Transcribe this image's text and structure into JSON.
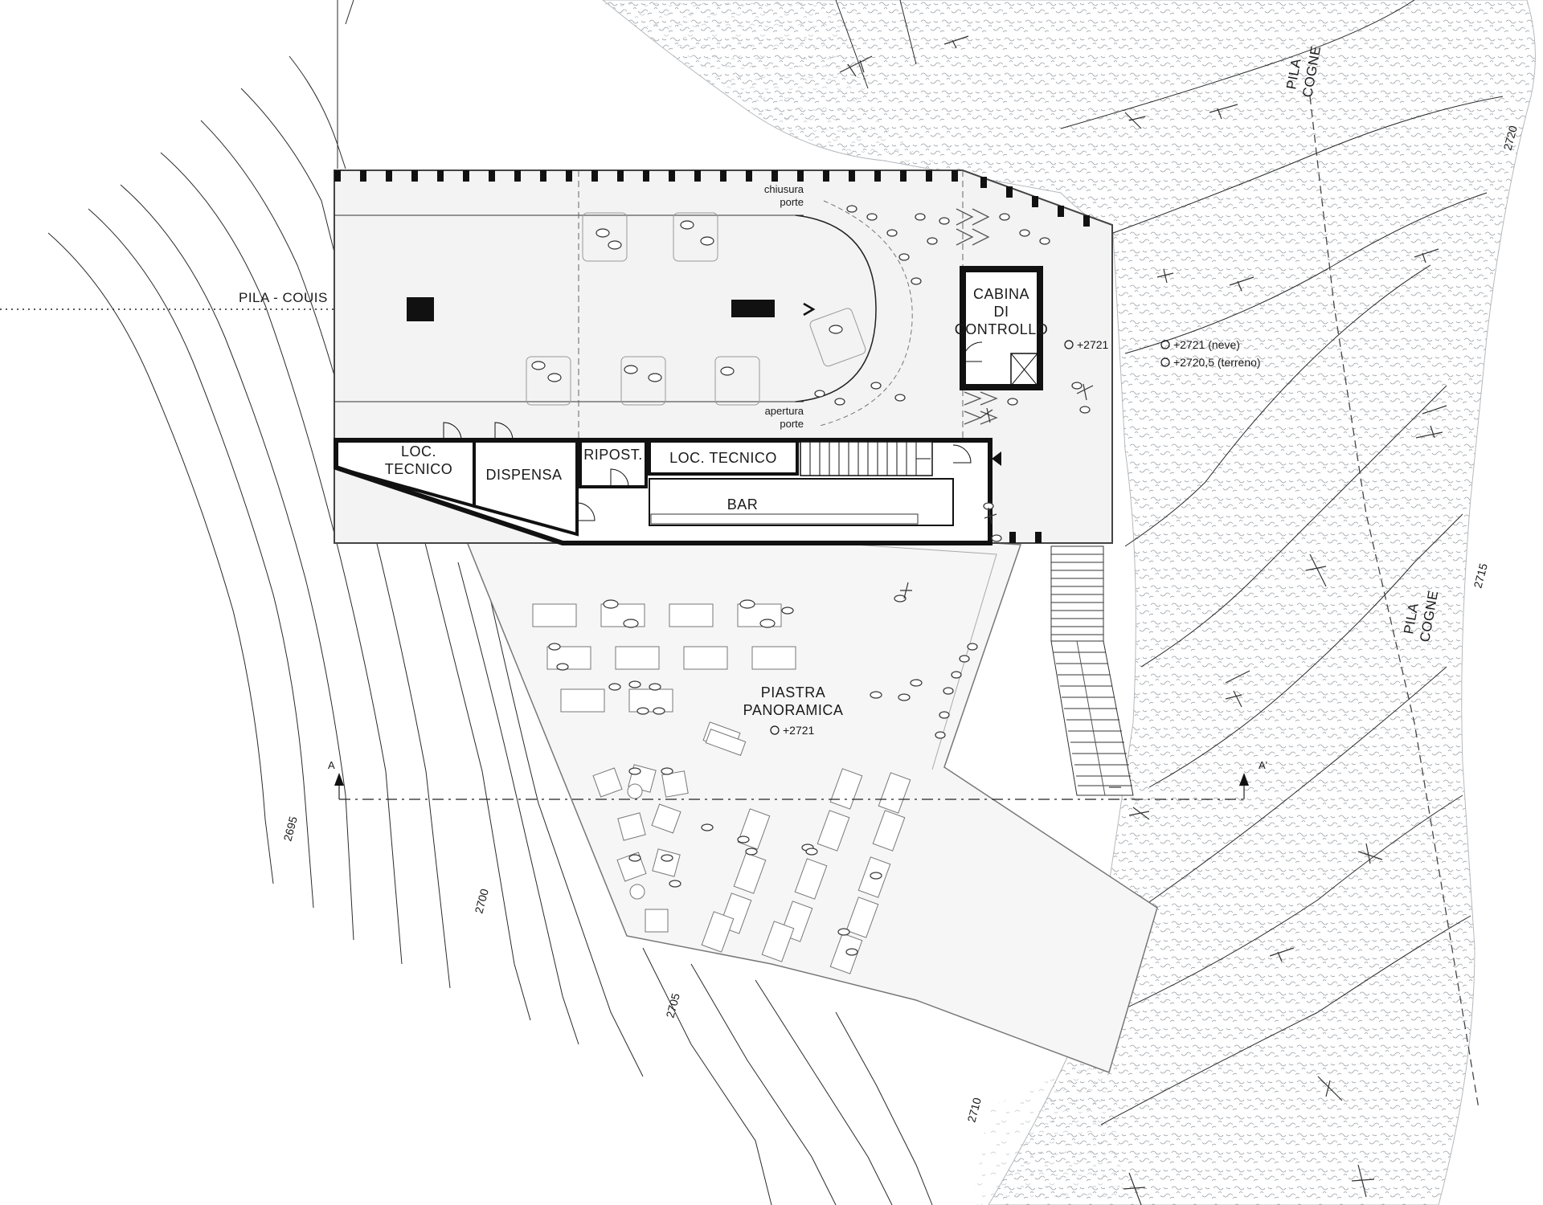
{
  "rooms": {
    "cabina": [
      "CABINA",
      "DI",
      "CONTROLLO"
    ],
    "loc_tecnico_1": [
      "LOC.",
      "TECNICO"
    ],
    "dispensa": "DISPENSA",
    "ripost": "RIPOST.",
    "loc_tecnico_2": "LOC. TECNICO",
    "bar": "BAR",
    "piastra": [
      "PIASTRA",
      "PANORAMICA"
    ]
  },
  "annotations": {
    "chiusura": [
      "chiusura",
      "porte"
    ],
    "apertura": [
      "apertura",
      "porte"
    ]
  },
  "levels": {
    "station": "+2721",
    "snow": "+2721 (neve)",
    "ground": "+2720,5 (terreno)",
    "terrace": "+2721"
  },
  "lifts": {
    "pila_couis": "PILA - COUIS",
    "pila_cogne_top": [
      "PILA",
      "COGNE"
    ],
    "pila_cogne_mid": [
      "PILA",
      "COGNE"
    ]
  },
  "contours": [
    "2695",
    "2700",
    "2705",
    "2710",
    "2715",
    "2720"
  ],
  "section": {
    "left": "A",
    "right": "A'"
  }
}
